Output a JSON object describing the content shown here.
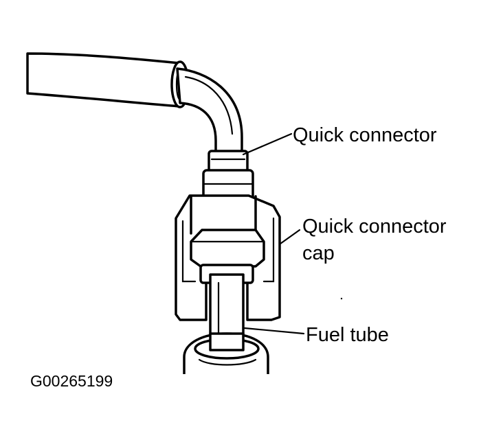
{
  "labels": {
    "quick_connector": "Quick connector",
    "quick_connector_cap_line1": "Quick connector",
    "quick_connector_cap_line2": "cap",
    "fuel_tube": "Fuel tube"
  },
  "figure_code": "G00265199"
}
